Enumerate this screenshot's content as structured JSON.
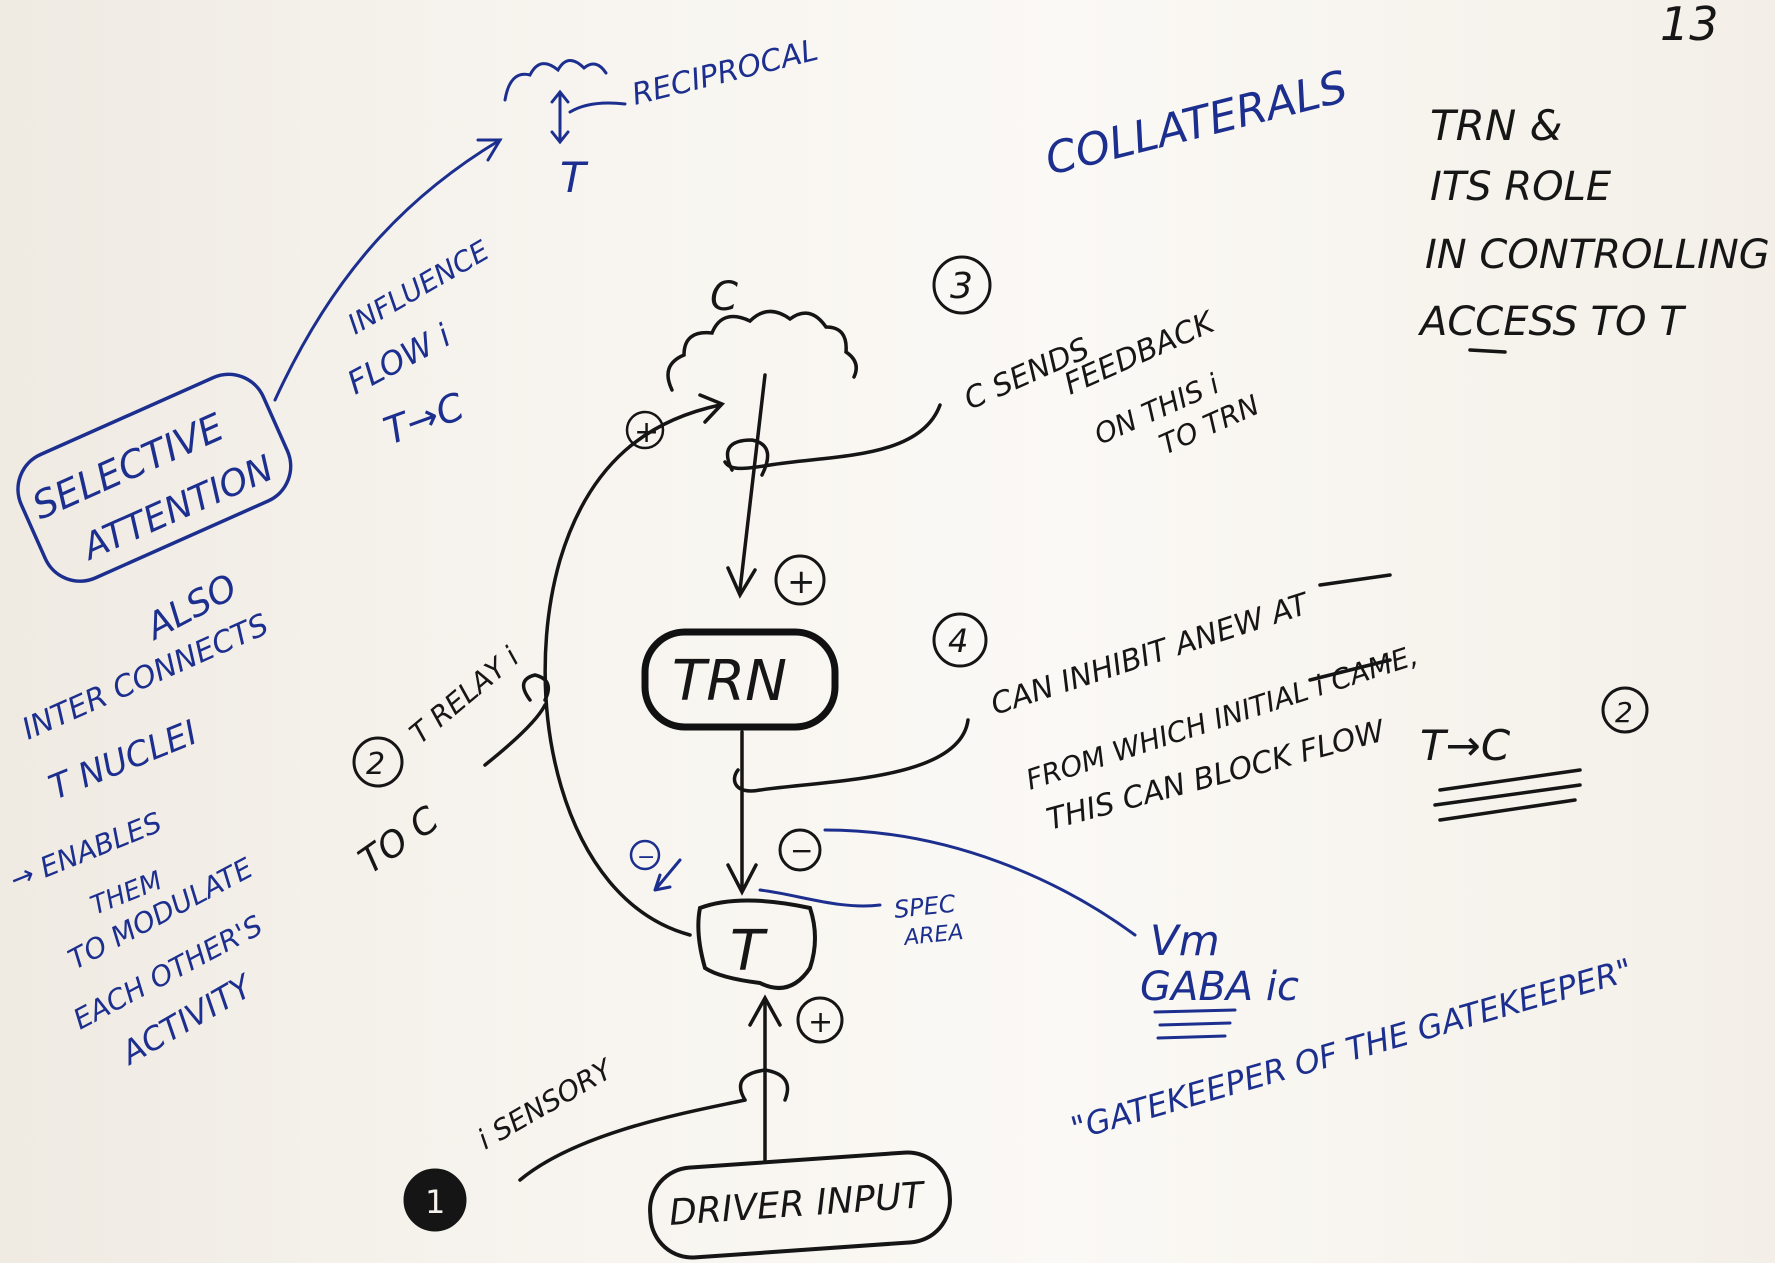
{
  "page_number": "13",
  "title": [
    "TRN &",
    "ITS ROLE",
    "IN CONTROLLING",
    "ACCESS TO T"
  ],
  "collaterals_note": "COLLATERALS",
  "reciprocal_note": "RECIPROCAL",
  "selective_attention": {
    "line1": "SELECTIVE",
    "line2": "ATTENTION"
  },
  "influence_note": [
    "INFLUENCE",
    "FLOW i",
    "T→C"
  ],
  "also_note": [
    "ALSO",
    "INTER CONNECTS",
    "T NUCLEI",
    "→ ENABLES",
    "THEM",
    "TO MODULATE",
    "EACH OTHER'S",
    "ACTIVITY"
  ],
  "nodes": {
    "cortex": "C",
    "trn": "TRN",
    "thalamus": "T",
    "driver_input": "DRIVER INPUT"
  },
  "step1": {
    "num": "1",
    "text": "i SENSORY"
  },
  "step2": {
    "num": "2",
    "lines": [
      "T RELAY i",
      "TO C"
    ]
  },
  "step3": {
    "num": "3",
    "lines": [
      "C SENDS",
      "FEEDBACK",
      "ON THIS i",
      "TO TRN"
    ]
  },
  "step4": {
    "num": "4",
    "lines": [
      "CAN INHIBIT ANEW AT",
      "FROM WHICH INITIAL i CAME,",
      "THIS CAN BLOCK FLOW",
      "T→C"
    ],
    "ref": "2"
  },
  "signs": {
    "plus_cortex": "+",
    "plus_trn": "+",
    "plus_input": "+",
    "minus_t": "−",
    "minus_small": "−"
  },
  "spec_area": [
    "SPEC",
    "AREA"
  ],
  "gaba_note": {
    "line1": "Vm",
    "line2": "GABA ic"
  },
  "gatekeeper_quote": "\"GATEKEEPER OF THE GATEKEEPER\""
}
